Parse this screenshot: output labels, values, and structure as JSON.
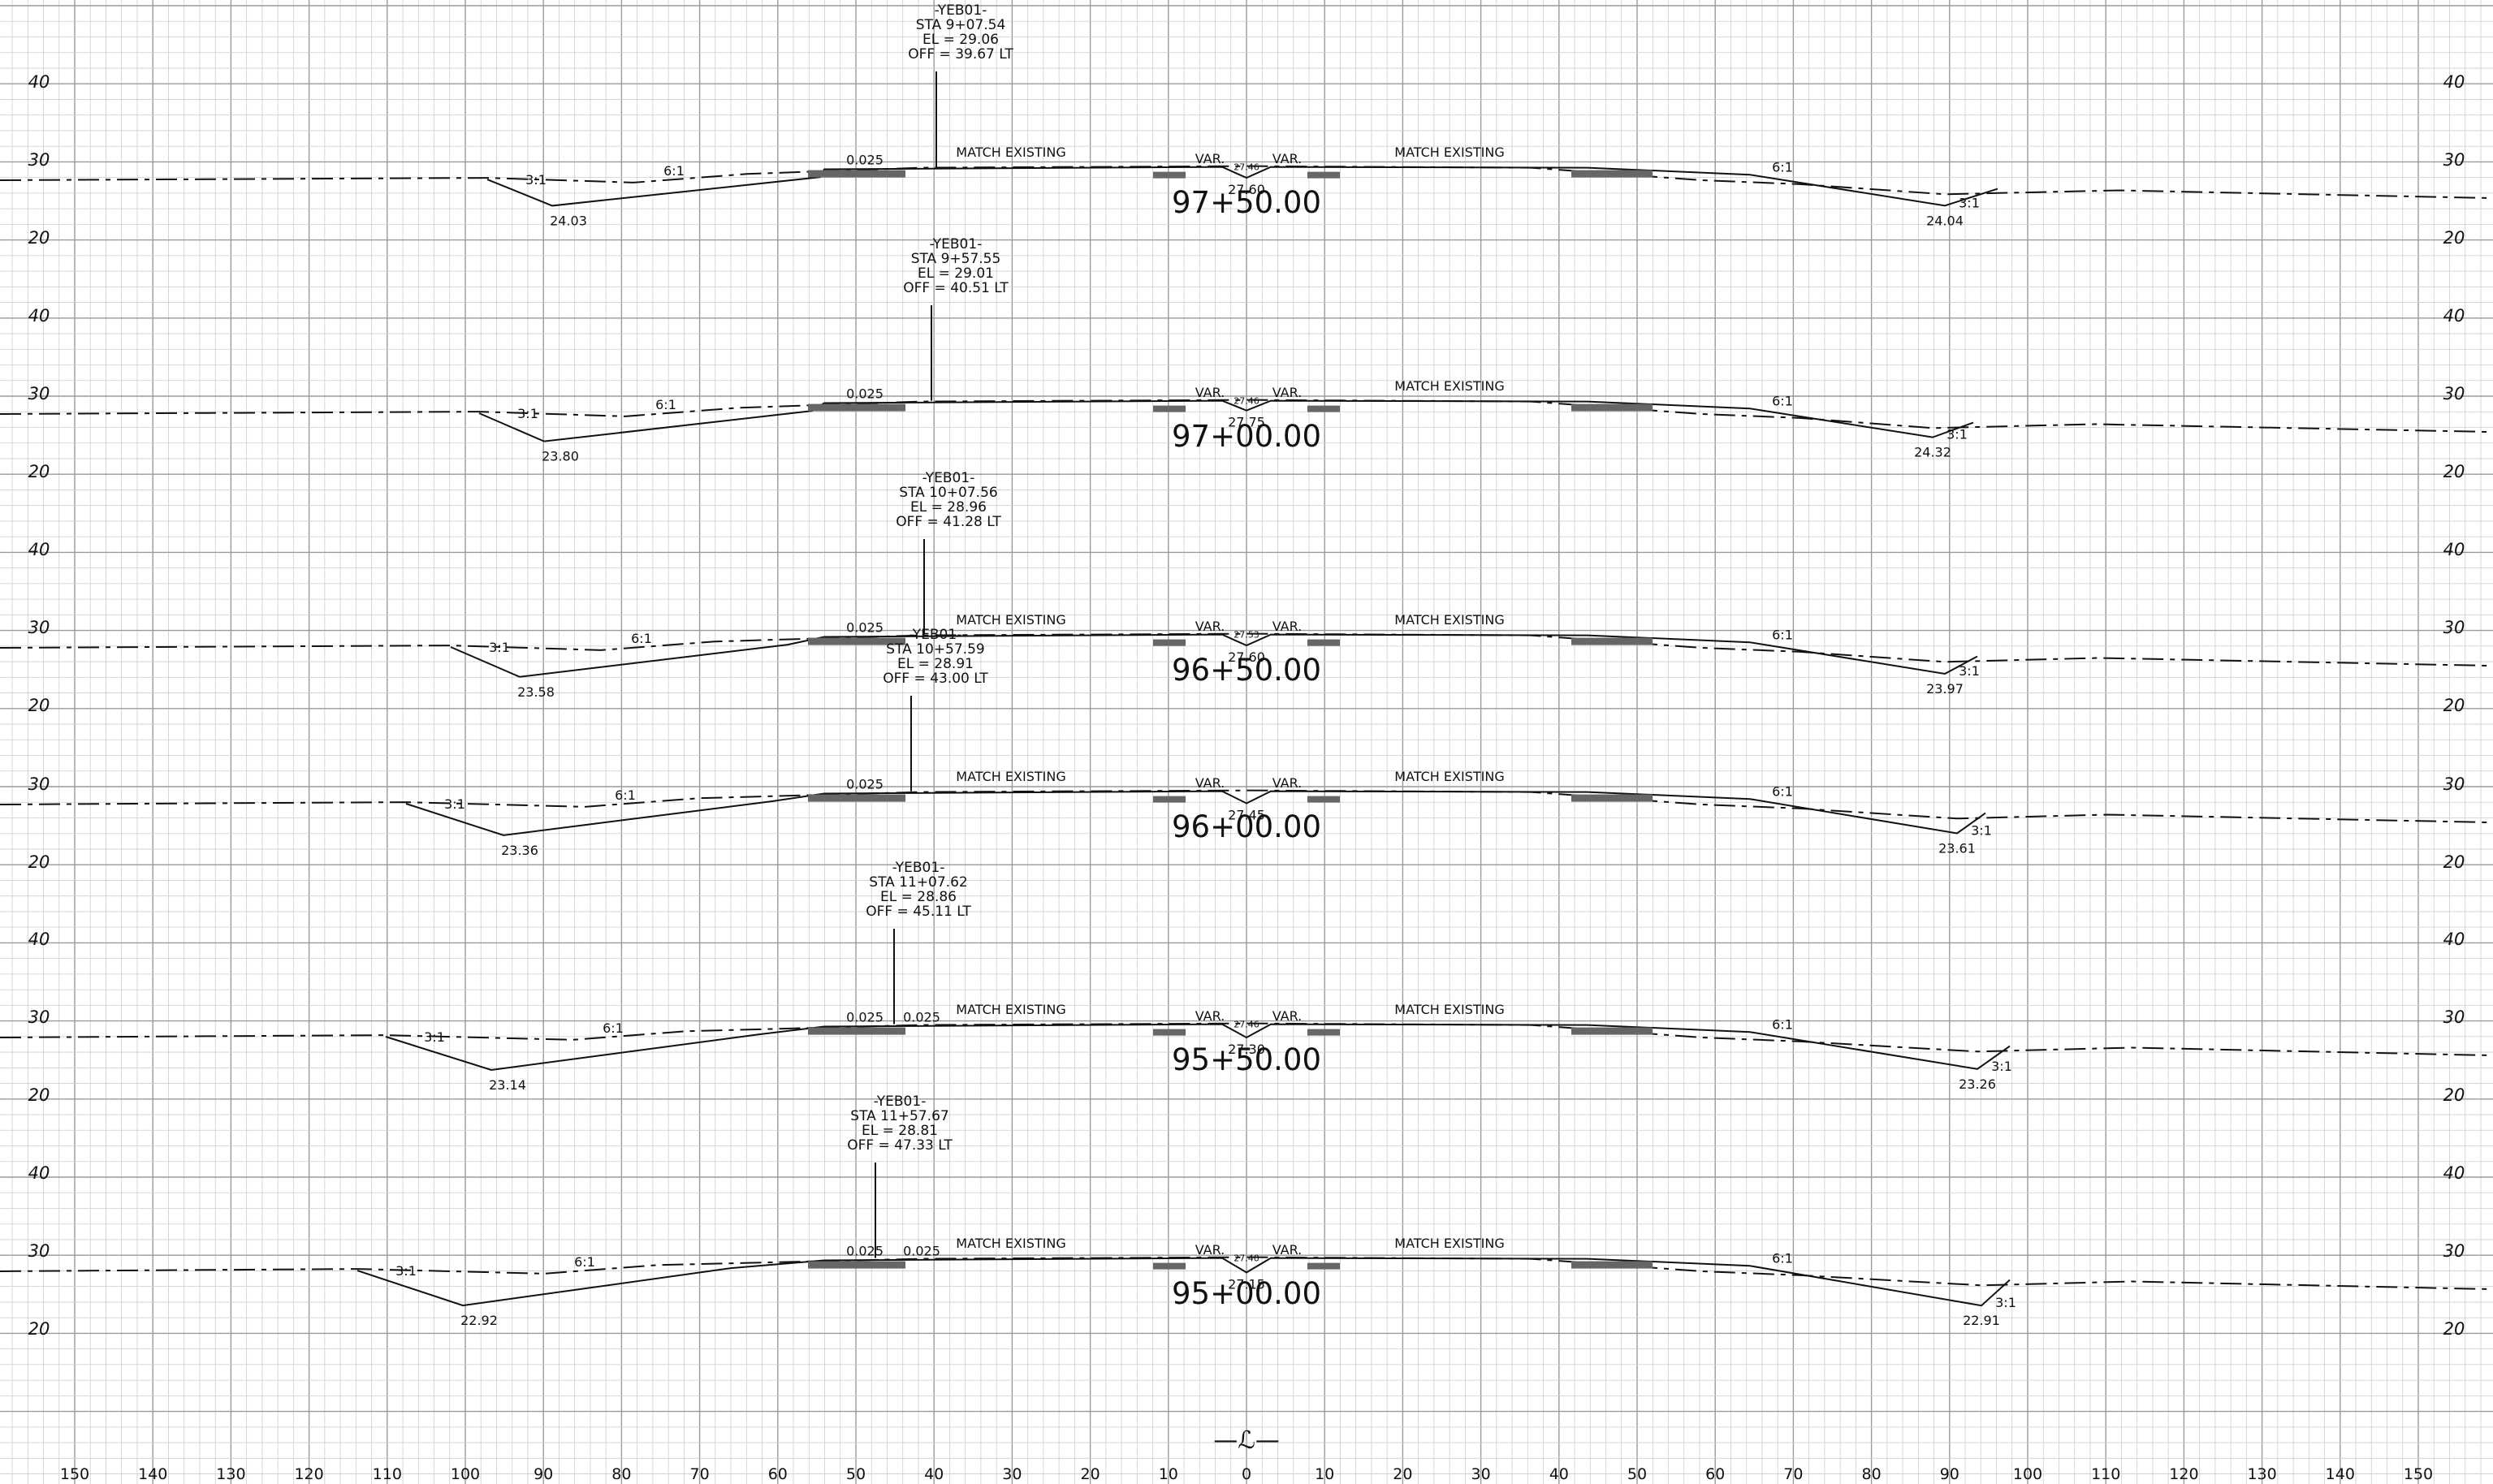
{
  "sheet": {
    "centerline_symbol": "—ℒ—",
    "offset_labels": [
      "150",
      "140",
      "130",
      "120",
      "110",
      "100",
      "90",
      "80",
      "70",
      "60",
      "50",
      "40",
      "30",
      "20",
      "10",
      "0",
      "10",
      "20",
      "30",
      "40",
      "50",
      "60",
      "70",
      "80",
      "90",
      "100",
      "110",
      "120",
      "130",
      "140",
      "150"
    ]
  },
  "sections": [
    {
      "station": "97+50.00",
      "elev_ticks": [
        "40",
        "30",
        "20"
      ],
      "callout": {
        "alignment": "-YEB01-",
        "sta": "STA  9+07.54",
        "el": "EL =   29.06",
        "off": "OFF =   39.67  LT"
      },
      "left_slope": "3:1",
      "left_ditch": "24.03",
      "left_fill": "6:1",
      "cross_slopes": [
        "0.025"
      ],
      "match_left": "MATCH  EXISTING",
      "match_right": "MATCH  EXISTING",
      "var_left": "VAR.",
      "var_right": "VAR.",
      "center_elev_small": "27.46",
      "center_elev": "27.60",
      "right_fill": "6:1",
      "right_slope": "3:1",
      "right_ditch": "24.04"
    },
    {
      "station": "97+00.00",
      "elev_ticks": [
        "40",
        "30",
        "20"
      ],
      "callout": {
        "alignment": "-YEB01-",
        "sta": "STA  9+57.55",
        "el": "EL =   29.01",
        "off": "OFF =   40.51  LT"
      },
      "left_slope": "3:1",
      "left_ditch": "23.80",
      "left_fill": "6:1",
      "cross_slopes": [
        "0.025"
      ],
      "match_left": "",
      "match_right": "MATCH  EXISTING",
      "var_left": "VAR.",
      "var_right": "VAR.",
      "center_elev_small": "27.46",
      "center_elev": "27.75",
      "right_fill": "6:1",
      "right_slope": "3:1",
      "right_ditch": "24.32"
    },
    {
      "station": "96+50.00",
      "elev_ticks": [
        "40",
        "30",
        "20"
      ],
      "callout": {
        "alignment": "-YEB01-",
        "sta": "STA  10+07.56",
        "el": "EL =   28.96",
        "off": "OFF =   41.28  LT"
      },
      "left_slope": "3:1",
      "left_ditch": "23.58",
      "left_fill": "6:1",
      "cross_slopes": [
        "0.025"
      ],
      "match_left": "MATCH  EXISTING",
      "match_right": "MATCH  EXISTING",
      "var_left": "VAR.",
      "var_right": "VAR.",
      "center_elev_small": "27.53",
      "center_elev": "27.60",
      "right_fill": "6:1",
      "right_slope": "3:1",
      "right_ditch": "23.97"
    },
    {
      "station": "96+00.00",
      "elev_ticks": [
        "30",
        "20"
      ],
      "callout": {
        "alignment": "-YEB01-",
        "sta": "STA  10+57.59",
        "el": "EL =   28.91",
        "off": "OFF =   43.00  LT"
      },
      "left_slope": "3:1",
      "left_ditch": "23.36",
      "left_fill": "6:1",
      "cross_slopes": [
        "0.025"
      ],
      "match_left": "MATCH  EXISTING",
      "match_right": "MATCH  EXISTING",
      "var_left": "VAR.",
      "var_right": "VAR.",
      "center_elev_small": "",
      "center_elev": "27.45",
      "right_fill": "6:1",
      "right_slope": "3:1",
      "right_ditch": "23.61"
    },
    {
      "station": "95+50.00",
      "elev_ticks": [
        "40",
        "30",
        "20"
      ],
      "callout": {
        "alignment": "-YEB01-",
        "sta": "STA  11+07.62",
        "el": "EL =   28.86",
        "off": "OFF =   45.11  LT"
      },
      "left_slope": "3:1",
      "left_ditch": "23.14",
      "left_fill": "6:1",
      "cross_slopes": [
        "0.025",
        "0.025"
      ],
      "match_left": "MATCH  EXISTING",
      "match_right": "MATCH  EXISTING",
      "var_left": "VAR.",
      "var_right": "VAR.",
      "center_elev_small": "27.46",
      "center_elev": "27.30",
      "right_fill": "6:1",
      "right_slope": "3:1",
      "right_ditch": "23.26"
    },
    {
      "station": "95+00.00",
      "elev_ticks": [
        "40",
        "30",
        "20"
      ],
      "callout": {
        "alignment": "-YEB01-",
        "sta": "STA  11+57.67",
        "el": "EL =   28.81",
        "off": "OFF =   47.33  LT"
      },
      "left_slope": "3:1",
      "left_ditch": "22.92",
      "left_fill": "6:1",
      "cross_slopes": [
        "0.025",
        "0.025"
      ],
      "match_left": "MATCH  EXISTING",
      "match_right": "MATCH  EXISTING",
      "var_left": "VAR.",
      "var_right": "VAR.",
      "center_elev_small": "27.40",
      "center_elev": "27.15",
      "right_fill": "6:1",
      "right_slope": "3:1",
      "right_ditch": "22.91"
    }
  ]
}
